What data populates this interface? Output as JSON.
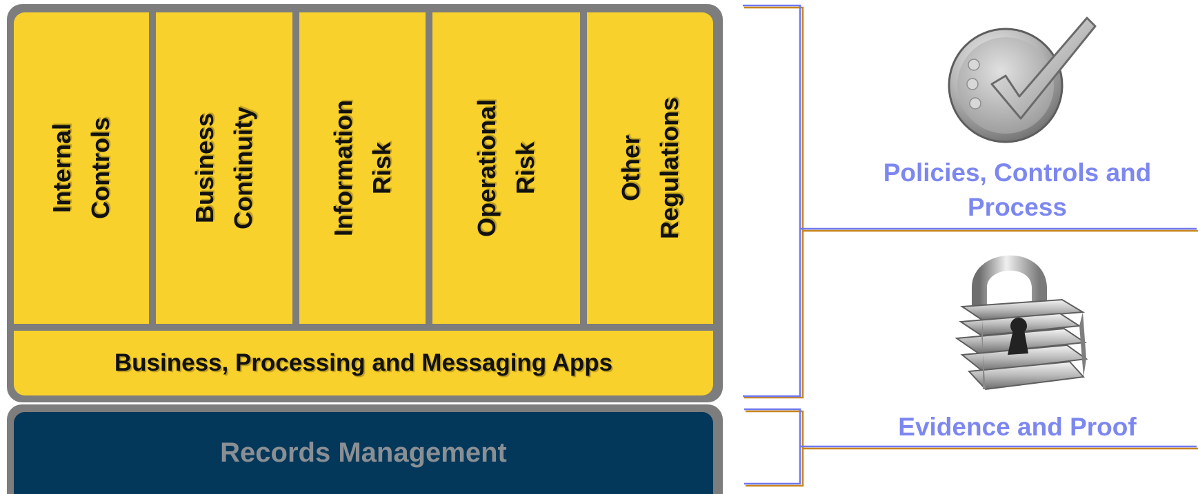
{
  "framework": {
    "columns": [
      {
        "label": "Internal\nControls"
      },
      {
        "label": "Business\nContinuity"
      },
      {
        "label": "Information\nRisk"
      },
      {
        "label": "Operational\nRisk"
      },
      {
        "label": "Other\nRegulations"
      }
    ],
    "apps_label": "Business, Processing and Messaging Apps",
    "records_label": "Records Management"
  },
  "side": {
    "policies_label": "Policies, Controls and\nProcess",
    "evidence_label": "Evidence and Proof",
    "policies_icon": "checkmark-badge-icon",
    "evidence_icon": "padlock-icon"
  },
  "colors": {
    "framework_yellow": "#f9d12c",
    "frame_gray": "#7d7d7d",
    "records_navy": "#04385a",
    "records_text": "#8a8f94",
    "side_text": "#7d87f0",
    "bracket_blue": "#6f78f0",
    "bracket_orange": "#c8861e"
  }
}
